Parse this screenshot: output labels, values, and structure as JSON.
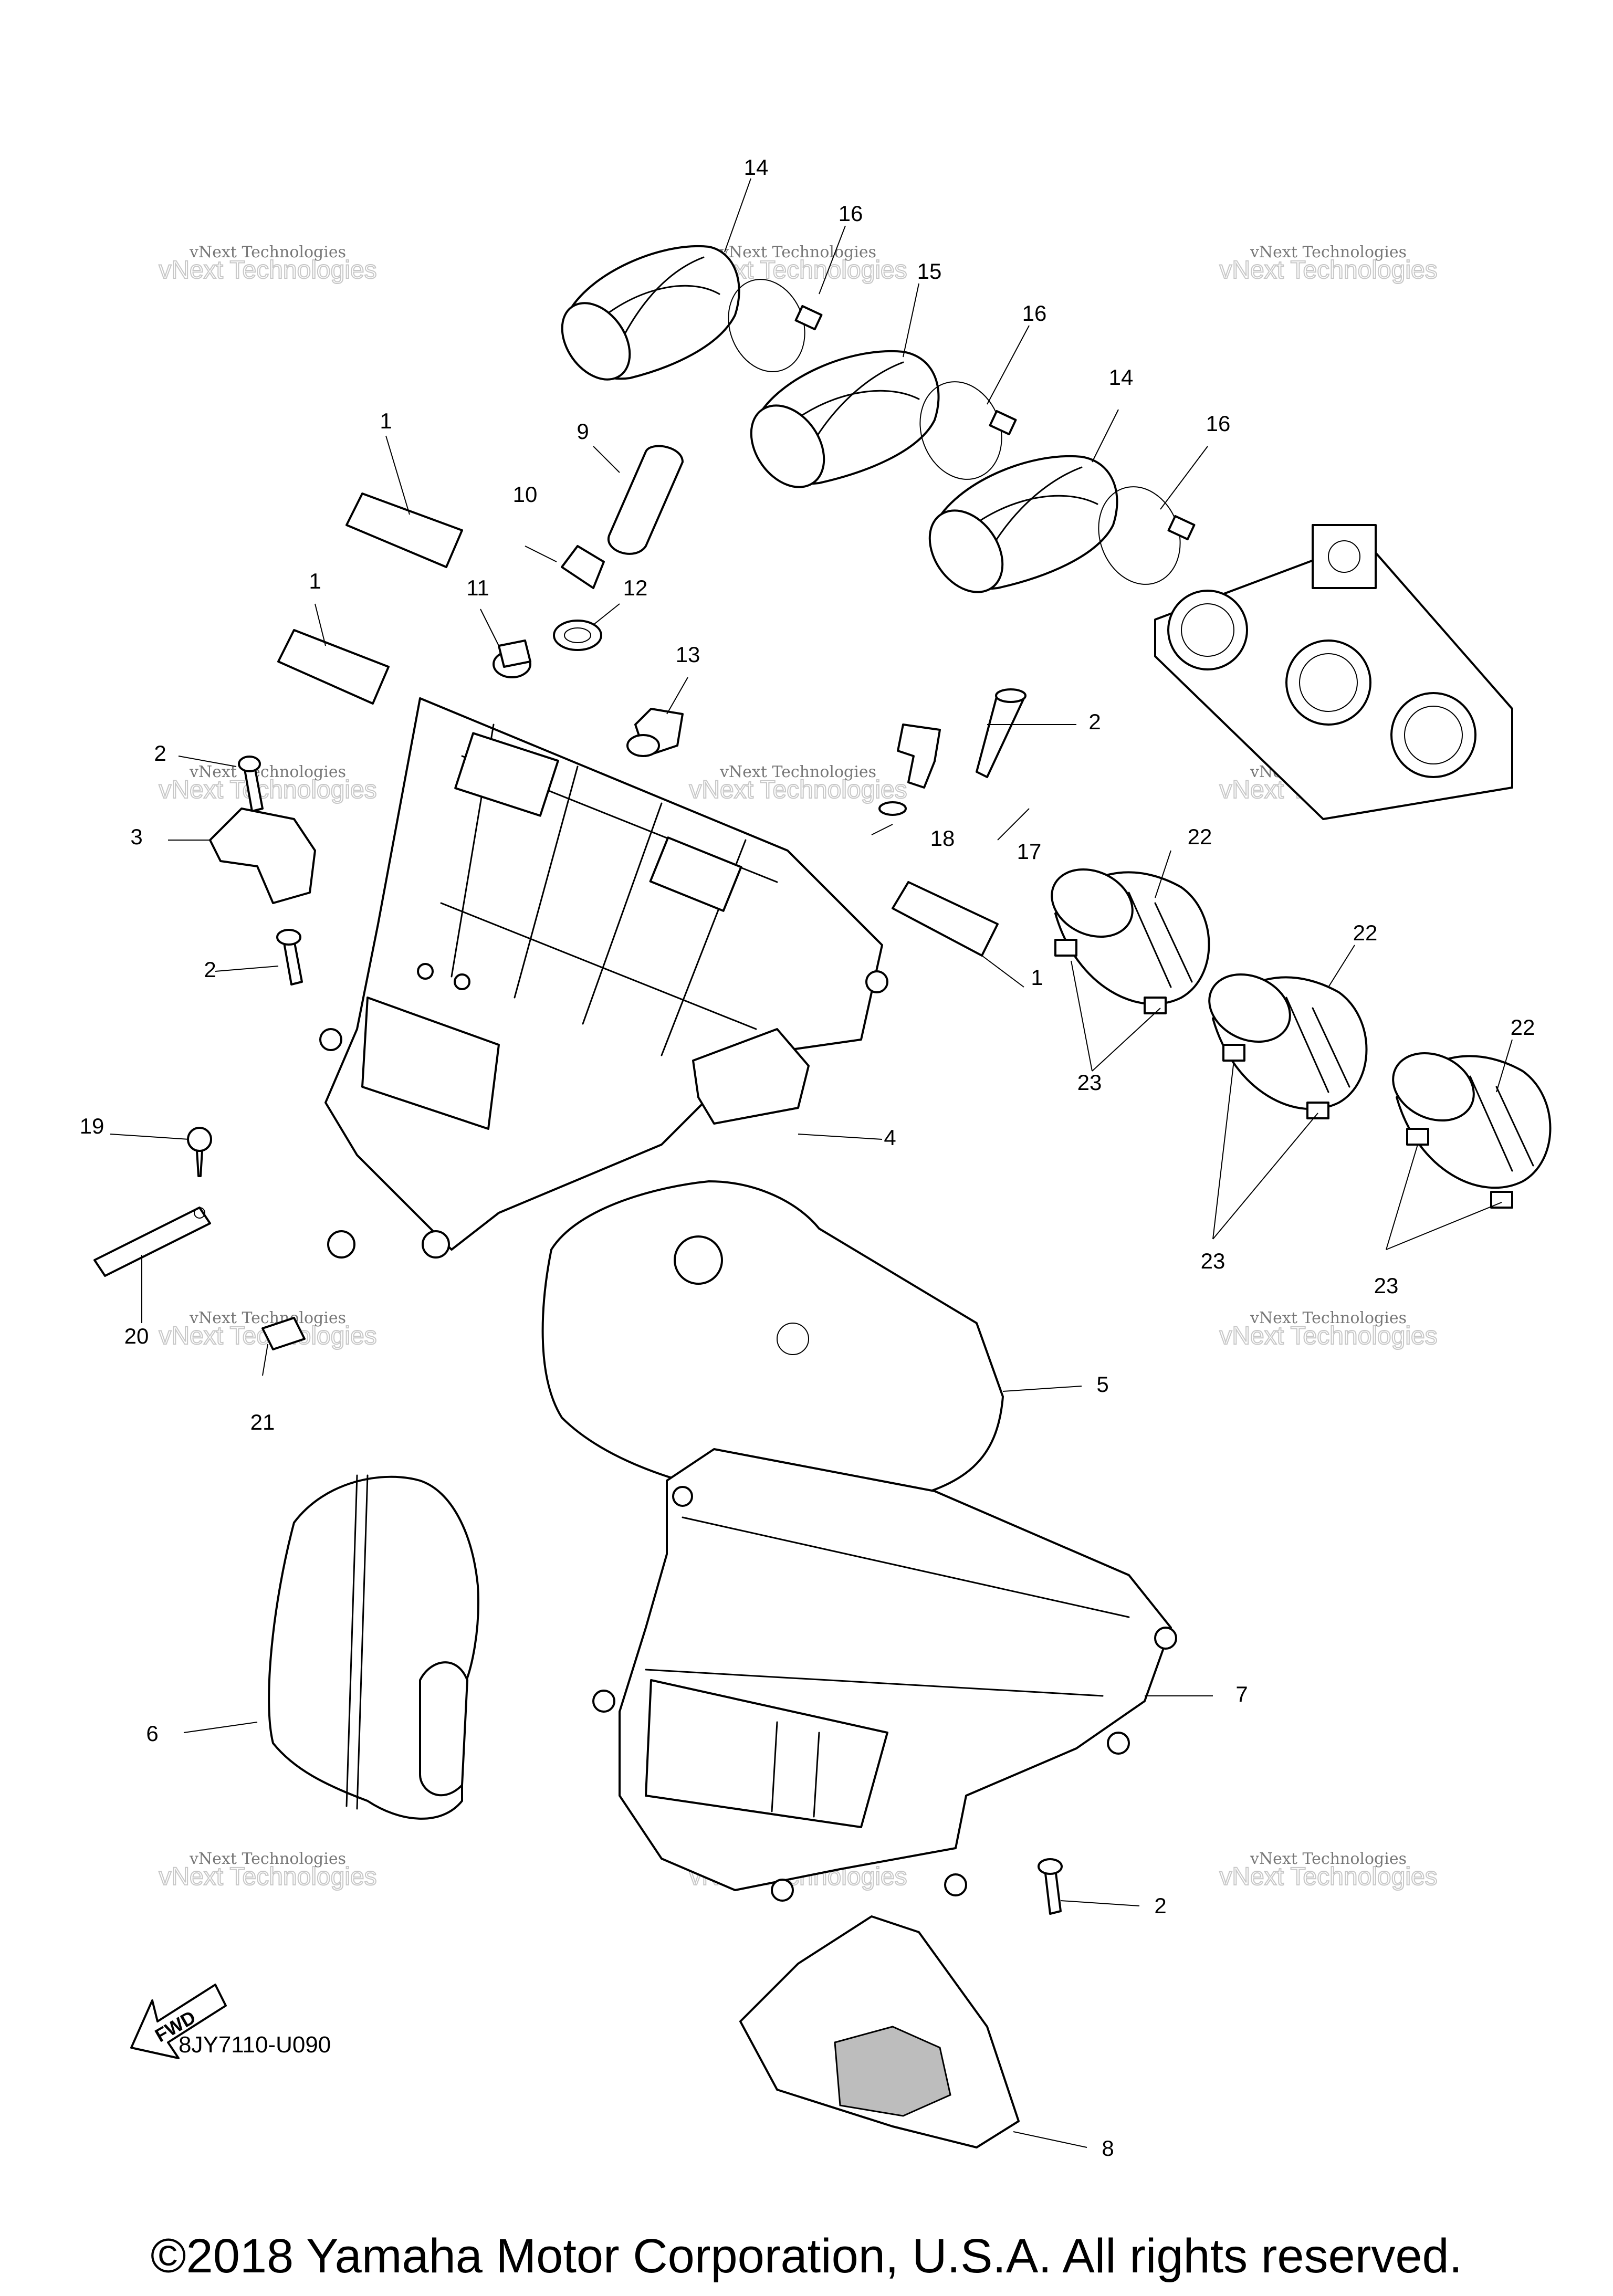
{
  "callouts": [
    {
      "id": "c14a",
      "label": "14"
    },
    {
      "id": "c16a",
      "label": "16"
    },
    {
      "id": "c15",
      "label": "15"
    },
    {
      "id": "c16b",
      "label": "16"
    },
    {
      "id": "c14b",
      "label": "14"
    },
    {
      "id": "c16c",
      "label": "16"
    },
    {
      "id": "c1a",
      "label": "1"
    },
    {
      "id": "c9",
      "label": "9"
    },
    {
      "id": "c10",
      "label": "10"
    },
    {
      "id": "c11",
      "label": "11"
    },
    {
      "id": "c12",
      "label": "12"
    },
    {
      "id": "c13",
      "label": "13"
    },
    {
      "id": "c1b",
      "label": "1"
    },
    {
      "id": "c2a",
      "label": "2"
    },
    {
      "id": "c2b",
      "label": "2"
    },
    {
      "id": "c3",
      "label": "3"
    },
    {
      "id": "c18",
      "label": "18"
    },
    {
      "id": "c17",
      "label": "17"
    },
    {
      "id": "c22a",
      "label": "22"
    },
    {
      "id": "c1c",
      "label": "1"
    },
    {
      "id": "c22b",
      "label": "22"
    },
    {
      "id": "c2c",
      "label": "2"
    },
    {
      "id": "c23a",
      "label": "23"
    },
    {
      "id": "c22c",
      "label": "22"
    },
    {
      "id": "c4",
      "label": "4"
    },
    {
      "id": "c19",
      "label": "19"
    },
    {
      "id": "c23b",
      "label": "23"
    },
    {
      "id": "c23c",
      "label": "23"
    },
    {
      "id": "c20",
      "label": "20"
    },
    {
      "id": "c5",
      "label": "5"
    },
    {
      "id": "c21",
      "label": "21"
    },
    {
      "id": "c7",
      "label": "7"
    },
    {
      "id": "c6",
      "label": "6"
    },
    {
      "id": "c2d",
      "label": "2"
    },
    {
      "id": "c8",
      "label": "8"
    }
  ],
  "watermark": {
    "line1": "vNext Technologies",
    "line2": "vNext Technologies"
  },
  "fwd_label": "FWD",
  "diagram_code": "8JY7110-U090",
  "copyright": "©2018 Yamaha Motor Corporation, U.S.A. All rights reserved."
}
